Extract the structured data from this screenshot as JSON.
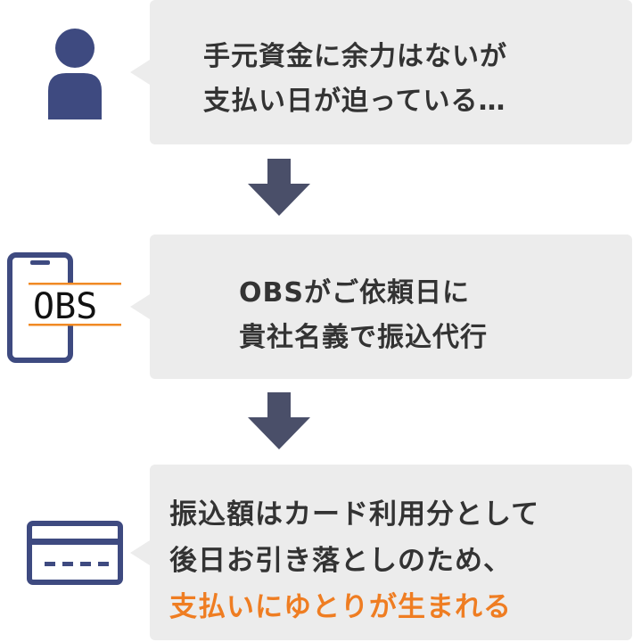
{
  "steps": [
    {
      "icon": "person-icon",
      "lines": [
        "手元資金に余力はないが",
        "支払い日が迫っている…"
      ]
    },
    {
      "icon": "obs-phone-icon",
      "logo_text": "OBS",
      "lines": [
        "OBSがご依頼日に",
        "貴社名義で振込代行"
      ]
    },
    {
      "icon": "credit-card-icon",
      "lines": [
        "振込額はカード利用分として",
        "後日お引き落としのため、"
      ],
      "highlight": "支払いにゆとりが生まれる"
    }
  ],
  "colors": {
    "icon": "#3e4a80",
    "arrow": "#4a4f69",
    "box": "#ececec",
    "text": "#333333",
    "accent": "#ef7d22",
    "logo_orange": "#f08a24"
  }
}
